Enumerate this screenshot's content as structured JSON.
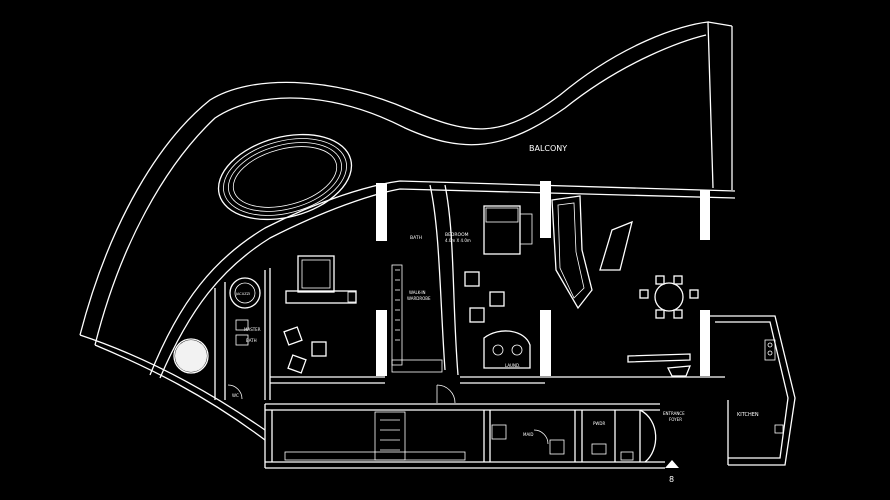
{
  "labels": {
    "balcony": "BALCONY",
    "bedroom": "BEDROOM",
    "bedroom_size": "4.0m X 4.0m",
    "bath": "BATH",
    "walkin": "WALK-IN",
    "wardrobe": "WARDROBE",
    "laundry": "LAUND.",
    "jacuzzi": "JACUZZI",
    "master": "MASTER",
    "master_bath": "BATH",
    "wc": "WC",
    "maid": "MAID",
    "pwder": "PWDR",
    "entrance": "ENTRANCE",
    "foyer": "FOYER",
    "kitchen": "KITCHEN",
    "entry_mark": "8"
  },
  "colors": {
    "background": "#000000",
    "lines": "#ffffff"
  }
}
